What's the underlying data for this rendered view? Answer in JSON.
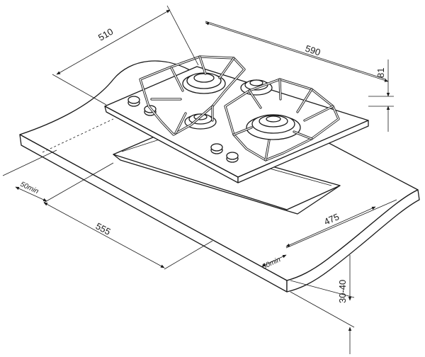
{
  "dimensions": {
    "hob_width": "510",
    "hob_depth": "590",
    "hob_height": "81",
    "cutout_left_margin": "50min",
    "cutout_width": "555",
    "cutout_depth": "475",
    "cutout_front_margin": "50min",
    "worktop_thickness": "30-40"
  }
}
